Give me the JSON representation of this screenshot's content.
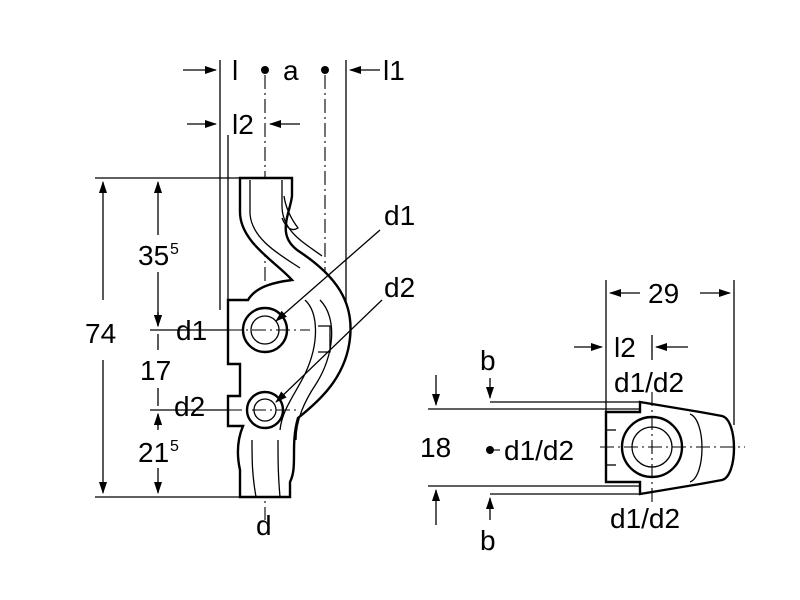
{
  "left_view": {
    "top_dims": {
      "l": "l",
      "a": "a",
      "l1": "l1",
      "l2": "l2"
    },
    "vertical_dims": {
      "total": "74",
      "upper_main": "35",
      "upper_sup": "5",
      "middle": "17",
      "lower_main": "21",
      "lower_sup": "5"
    },
    "side_labels": {
      "d1": "d1",
      "d2": "d2"
    },
    "callouts": {
      "d1": "d1",
      "d2": "d2"
    },
    "bottom_label": "d"
  },
  "right_view": {
    "width_dim": "29",
    "l2_dim": "l2",
    "height_dim": "18",
    "b_top": "b",
    "b_bottom": "b",
    "d_top": "d1/d2",
    "d_middle": "d1/d2",
    "d_bottom": "d1/d2"
  },
  "colors": {
    "line": "#000000",
    "background": "#ffffff"
  }
}
